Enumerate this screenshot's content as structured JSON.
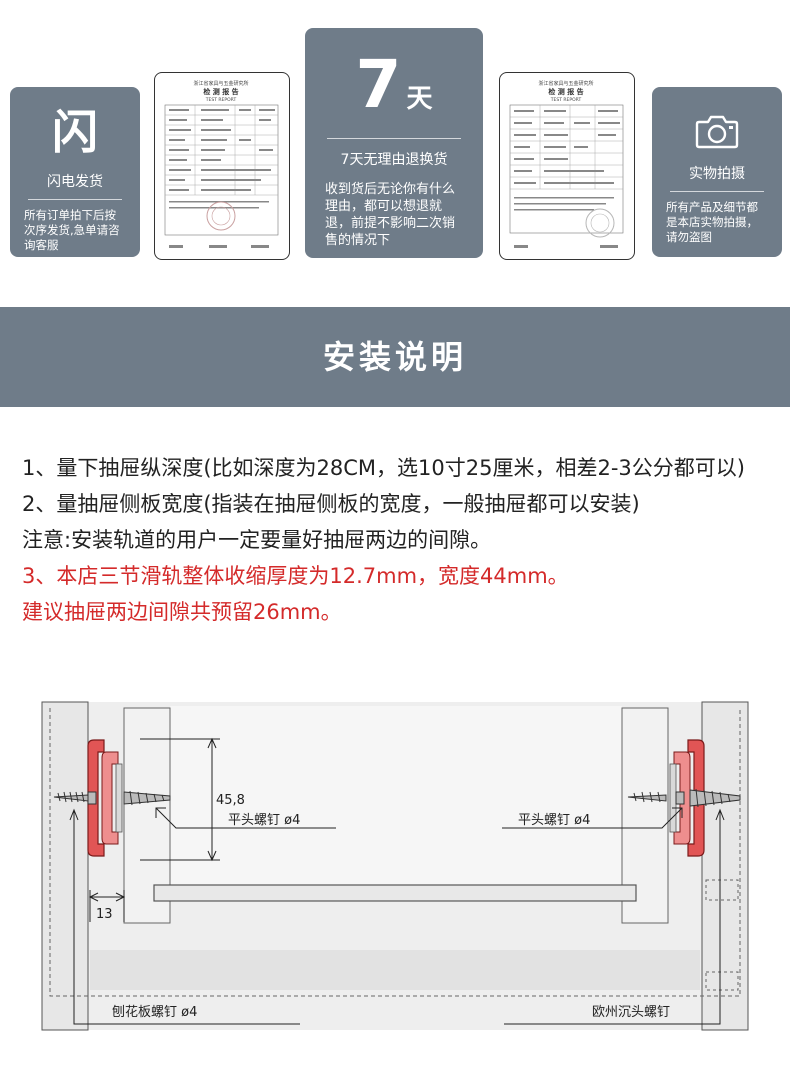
{
  "cards": {
    "flash": {
      "icon_char": "闪",
      "title": "闪电发货",
      "desc": "所有订单拍下后按次序发货,急单请咨询客服"
    },
    "return": {
      "big_number": "7",
      "big_unit": "天",
      "title": "7天无理由退换货",
      "desc": "收到货后无论你有什么理由，都可以想退就退，前提不影响二次销售的情况下"
    },
    "photo": {
      "title": "实物拍摄",
      "desc": "所有产品及细节都是本店实物拍摄，请勿盗图"
    }
  },
  "reports": {
    "left": {
      "org": "浙江省家具与五金研究所",
      "title": "检 测 报 告",
      "subtitle": "TEST REPORT"
    },
    "right": {
      "org": "浙江省家具与五金研究所",
      "title": "检 测 报 告",
      "subtitle": "TEST REPORT"
    }
  },
  "banner": {
    "title": "安装说明"
  },
  "instructions": {
    "line1": "1、量下抽屉纵深度(比如深度为28CM，选10寸25厘米，相差2-3公分都可以)",
    "line2": "2、量抽屉侧板宽度(指装在抽屉侧板的宽度，一般抽屉都可以安装)",
    "line3": "注意:安装轨道的用户一定要量好抽屉两边的间隙。",
    "line4": "3、本店三节滑轨整体收缩厚度为12.7mm，宽度44mm。",
    "line5": "建议抽屉两边间隙共预留26mm。"
  },
  "diagram": {
    "height_label": "45,8",
    "left_screw_label": "平头螺钉 ø4",
    "right_screw_label": "平头螺钉 ø4",
    "gap_label": "13",
    "bottom_left_label": "刨花板螺钉 ø4",
    "bottom_right_label": "欧州沉头螺钉"
  }
}
